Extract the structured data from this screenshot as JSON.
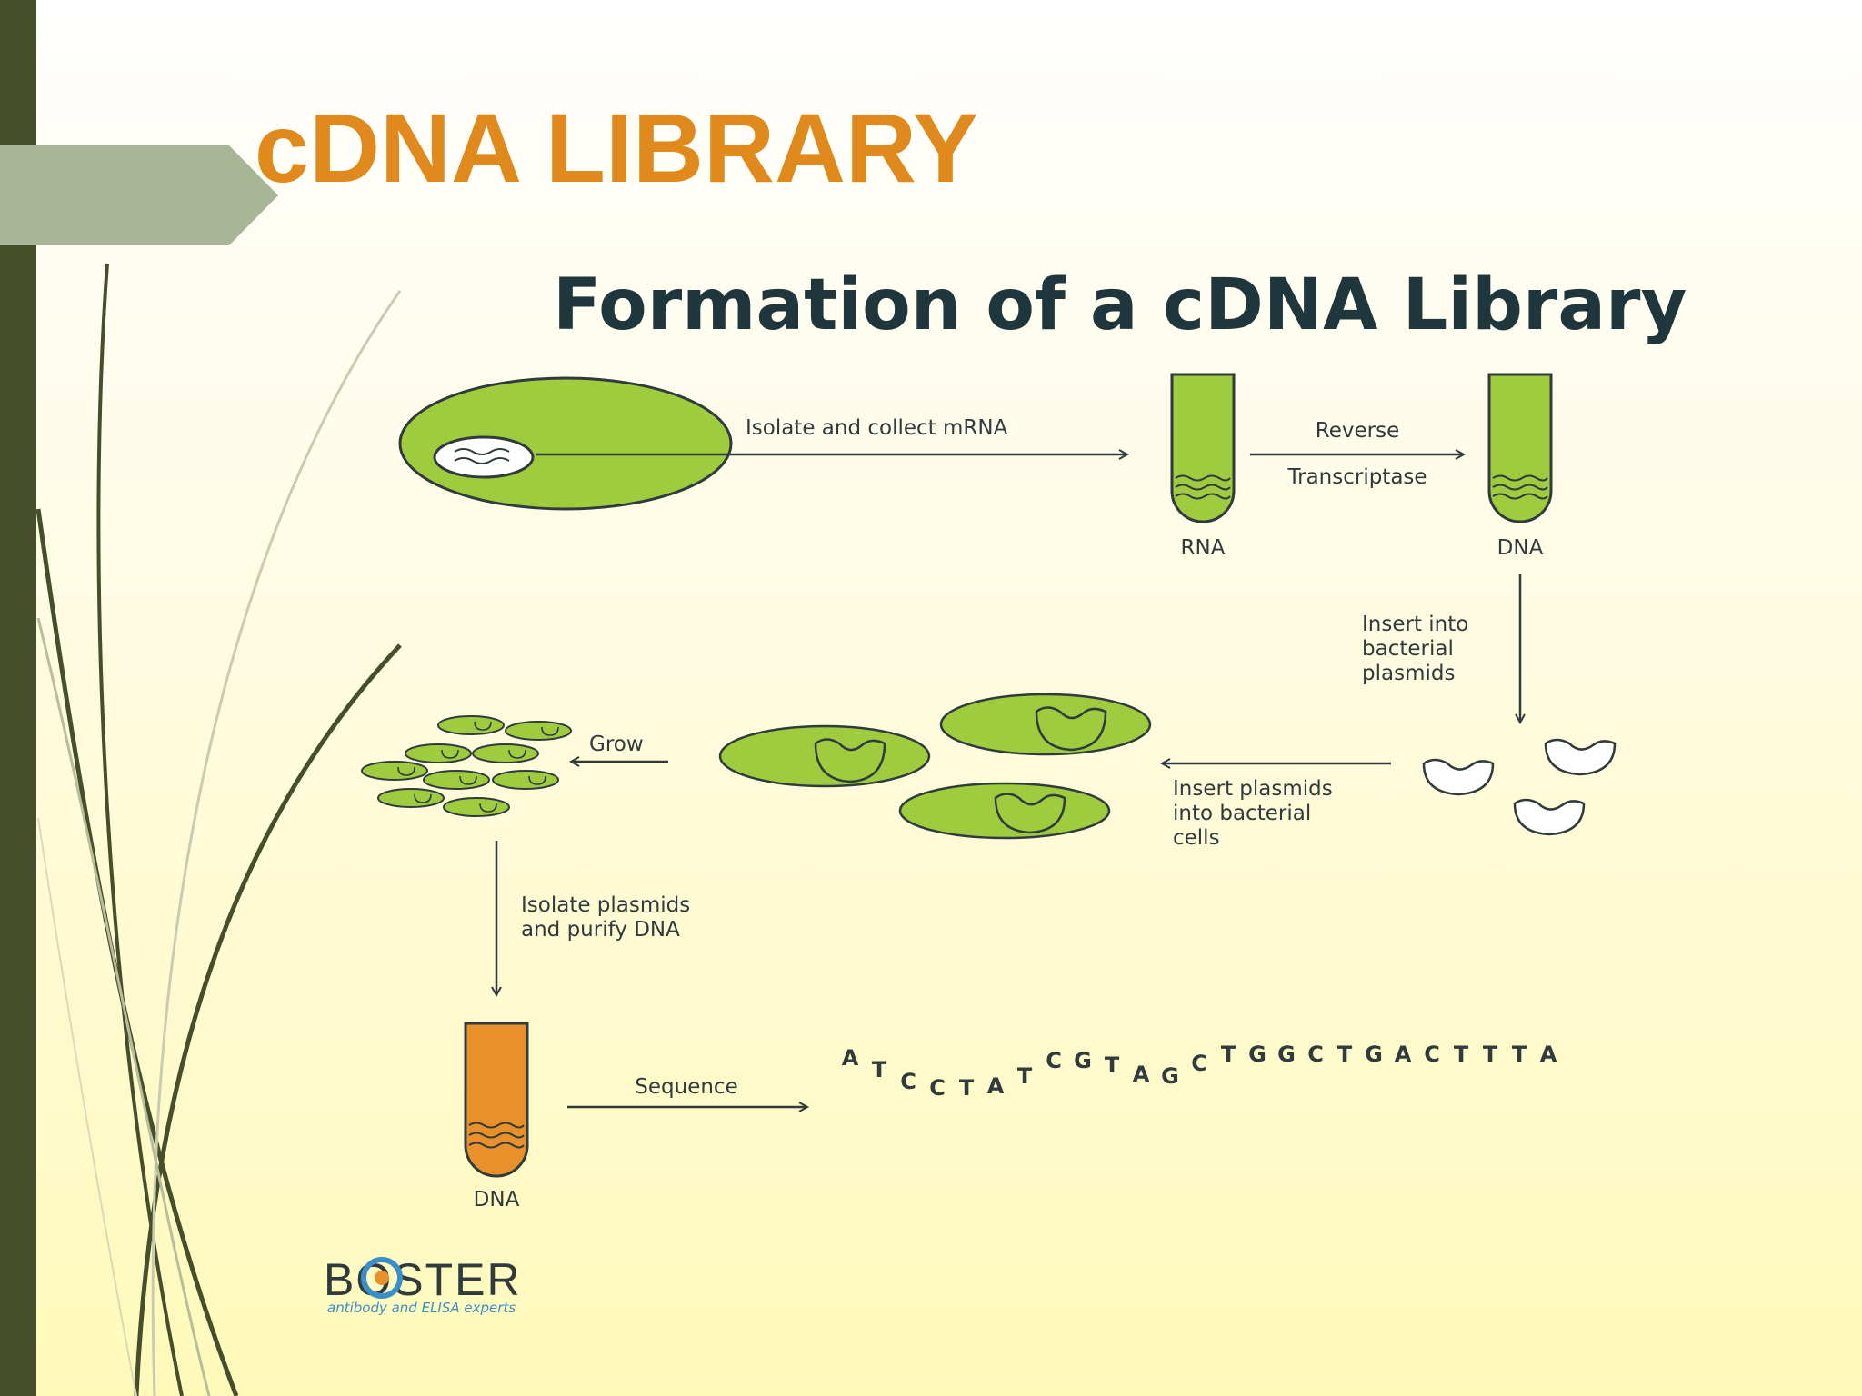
{
  "slide": {
    "heading": "cDNA LIBRARY"
  },
  "diagram": {
    "title": "Formation of a cDNA Library",
    "labels": {
      "isolate_mrna": "Isolate and collect mRNA",
      "reverse": "Reverse",
      "transcriptase": "Transcriptase",
      "rna_tube": "RNA",
      "dna_tube_top": "DNA",
      "insert_into": "Insert into",
      "bacterial": "bacterial",
      "plasmids": "plasmids",
      "insert_plasmids_1": "Insert plasmids",
      "insert_plasmids_2": "into bacterial",
      "insert_plasmids_3": "cells",
      "grow": "Grow",
      "isolate_plasmids_1": "Isolate plasmids",
      "isolate_plasmids_2": "and purify DNA",
      "sequence": "Sequence",
      "dna_tube_bottom": "DNA"
    },
    "sequence_letters": [
      "A",
      "T",
      "C",
      "C",
      "T",
      "A",
      "T",
      "C",
      "G",
      "T",
      "A",
      "G",
      "C",
      "T",
      "G",
      "G",
      "C",
      "T",
      "G",
      "A",
      "C",
      "T",
      "T",
      "T",
      "A"
    ]
  },
  "logo": {
    "brand": "BOSTER",
    "tagline": "antibody and ELISA experts"
  },
  "colors": {
    "heading": "#e08a1e",
    "cell_green": "#9fcb3f",
    "dna_orange": "#e8912a",
    "sidebar": "#454f2c",
    "tab": "#a8b597",
    "line": "#2f3b3d"
  }
}
